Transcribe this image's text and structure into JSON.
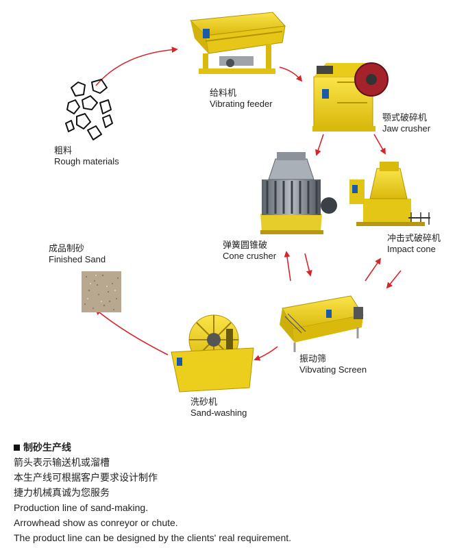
{
  "colors": {
    "machine_yellow": "#f0d21a",
    "machine_shadow": "#c9a800",
    "arrow_red": "#d8232a",
    "steel_gray": "#7b8088",
    "flywheel_red": "#a4232a",
    "sand": "#b8a890"
  },
  "stages": [
    {
      "id": "rough",
      "cn": "粗料",
      "en": "Rough materials",
      "icon": "rough-stones-icon"
    },
    {
      "id": "feeder",
      "cn": "给料机",
      "en": "Vibrating feeder",
      "icon": "vibrating-feeder-icon"
    },
    {
      "id": "jaw",
      "cn": "颚式破碎机",
      "en": "Jaw crusher",
      "icon": "jaw-crusher-icon"
    },
    {
      "id": "cone",
      "cn": "弹簧圆锥破",
      "en": "Cone crusher",
      "icon": "cone-crusher-icon"
    },
    {
      "id": "impact",
      "cn": "冲击式破碎机",
      "en": "Impact cone",
      "icon": "impact-crusher-icon"
    },
    {
      "id": "screen",
      "cn": "振动筛",
      "en": "Vibvating Screen",
      "icon": "vibrating-screen-icon"
    },
    {
      "id": "washing",
      "cn": "洗砂机",
      "en": "Sand-washing",
      "icon": "sand-washer-icon"
    },
    {
      "id": "finished",
      "cn": "成品制砂",
      "en": "Finished Sand",
      "icon": "sand-sample-icon"
    }
  ],
  "notes": {
    "heading": "制砂生产线",
    "lines": [
      "箭头表示输送机或溜槽",
      "本生产线可根据客户要求设计制作",
      "捷力机械真诚为您服务",
      "Production line of sand-making.",
      "Arrowhead show as conreyor or chute.",
      "The product line can be designed by the clients' real requirement."
    ]
  }
}
